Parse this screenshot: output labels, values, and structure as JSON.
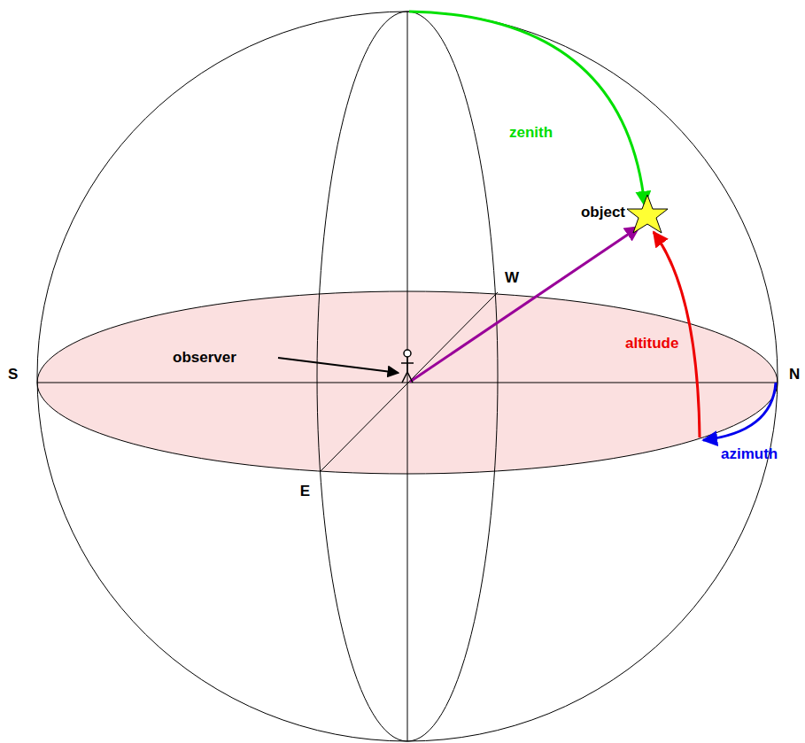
{
  "diagram": {
    "labels": [
      "zenith",
      "object",
      "W",
      "altitude",
      "S",
      "observer",
      "N",
      "azimuth",
      "E"
    ]
  }
}
